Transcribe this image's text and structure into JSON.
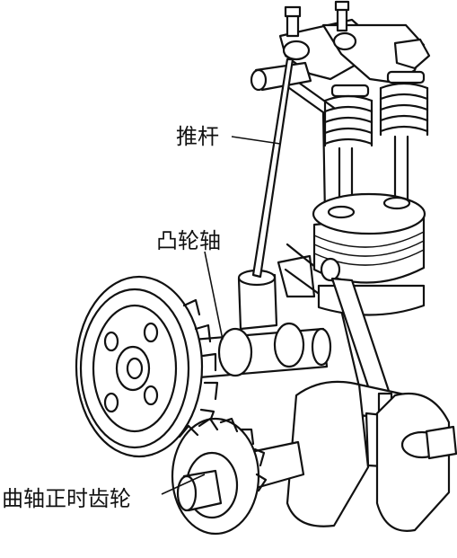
{
  "labels": {
    "push_rod": "推杆",
    "camshaft": "凸轮轴",
    "crank_timing_gear": "曲轴正时齿轮"
  },
  "colors": {
    "line": "#111111",
    "background": "#ffffff"
  }
}
